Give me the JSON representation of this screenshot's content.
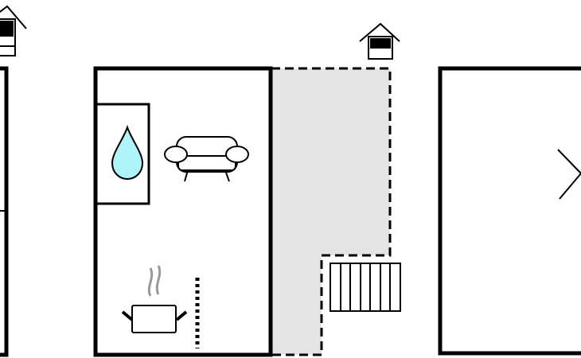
{
  "colors": {
    "line": "#000000",
    "terrace_fill": "#e4e4e4",
    "water": "#aef4f8",
    "steam": "#999999",
    "background": "#ffffff"
  },
  "floor_plan": {
    "rooms": [
      {
        "name": "room-left-partial",
        "kind": "room"
      },
      {
        "name": "room-main",
        "kind": "room"
      },
      {
        "name": "terrace",
        "kind": "outdoor-area"
      },
      {
        "name": "room-right",
        "kind": "room"
      }
    ],
    "icons": [
      "house-icon",
      "house-icon",
      "water-drop-icon",
      "sofa-icon",
      "cooking-pot-icon",
      "stairs-icon",
      "bed-icon"
    ]
  }
}
